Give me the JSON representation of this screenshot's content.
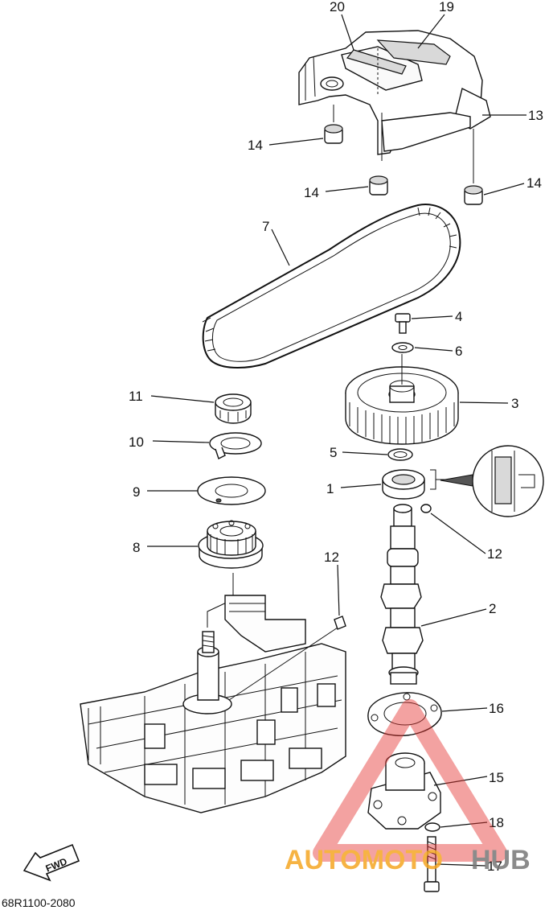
{
  "callouts": [
    {
      "id": "c20",
      "text": "20"
    },
    {
      "id": "c19",
      "text": "19"
    },
    {
      "id": "c13",
      "text": "13"
    },
    {
      "id": "c14a",
      "text": "14"
    },
    {
      "id": "c14b",
      "text": "14"
    },
    {
      "id": "c14c",
      "text": "14"
    },
    {
      "id": "c7",
      "text": "7"
    },
    {
      "id": "c4",
      "text": "4"
    },
    {
      "id": "c6",
      "text": "6"
    },
    {
      "id": "c3",
      "text": "3"
    },
    {
      "id": "c11",
      "text": "11"
    },
    {
      "id": "c10",
      "text": "10"
    },
    {
      "id": "c5",
      "text": "5"
    },
    {
      "id": "c1",
      "text": "1"
    },
    {
      "id": "c9",
      "text": "9"
    },
    {
      "id": "c8",
      "text": "8"
    },
    {
      "id": "c12a",
      "text": "12"
    },
    {
      "id": "c12b",
      "text": "12"
    },
    {
      "id": "c2",
      "text": "2"
    },
    {
      "id": "c16",
      "text": "16"
    },
    {
      "id": "c15",
      "text": "15"
    },
    {
      "id": "c18",
      "text": "18"
    },
    {
      "id": "c17",
      "text": "17"
    }
  ],
  "fwd_label": "FWD",
  "diagram_code": "68R1100-2080",
  "watermark": {
    "text_part1": "AUTOMOTO",
    "text_part2": "HUB",
    "color_part1": "#f5a623",
    "color_part2": "#777777",
    "triangle_color": "#e53935"
  }
}
